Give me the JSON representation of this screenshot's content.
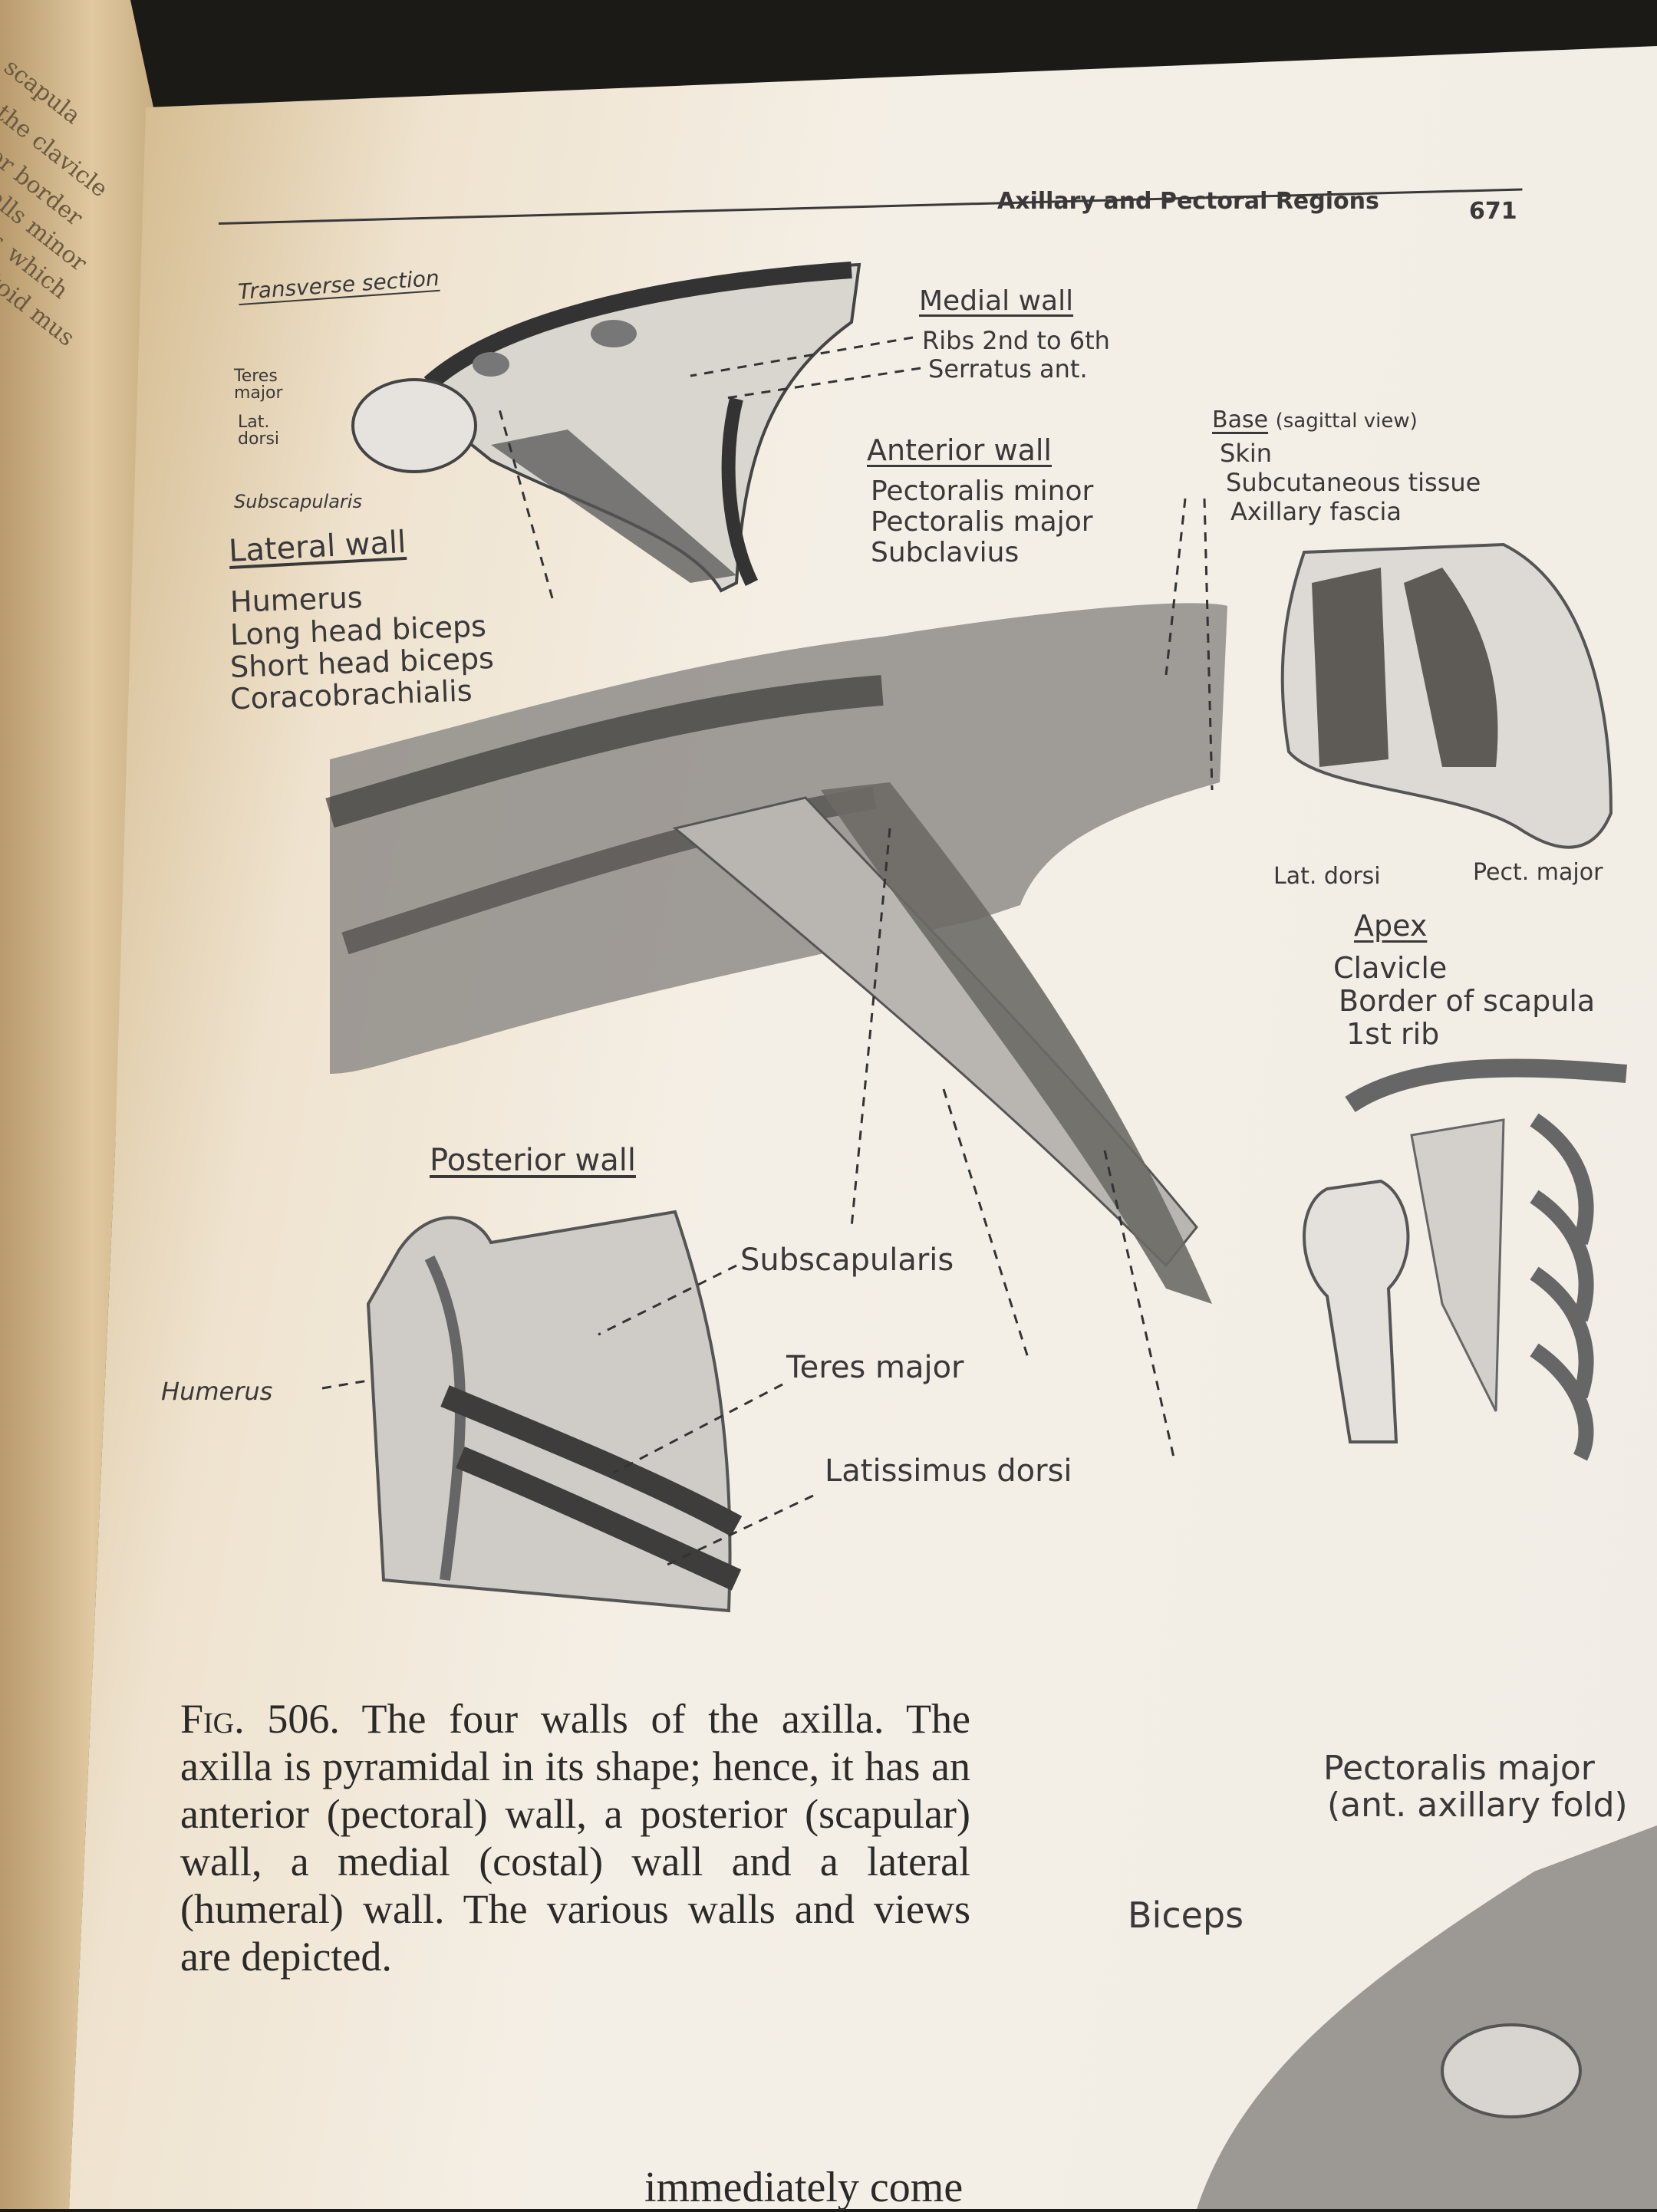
{
  "left_page_fragments": [
    "scapula",
    "the clavicle",
    "or border",
    "alls minor",
    "r, which",
    "toid mus"
  ],
  "header": {
    "title": "Axillary and Pectoral Regions",
    "page_number": "671"
  },
  "transverse": {
    "title": "Transverse section",
    "teres": "Teres major",
    "lat": "Lat. dorsi",
    "subscapularis": "Subscapularis"
  },
  "medial": {
    "title": "Medial wall",
    "items": [
      "Ribs 2nd to 6th",
      "Serratus ant."
    ]
  },
  "anterior": {
    "title": "Anterior wall",
    "items": [
      "Pectoralis minor",
      "Pectoralis major",
      "Subclavius"
    ]
  },
  "base": {
    "title": "Base",
    "note": "(sagittal view)",
    "items": [
      "Skin",
      "Subcutaneous tissue",
      "Axillary fascia"
    ]
  },
  "lateral": {
    "title": "Lateral wall",
    "items": [
      "Humerus",
      "Long head biceps",
      "Short head biceps",
      "Coracobrachialis"
    ]
  },
  "sagittal_labels": {
    "lat_dorsi": "Lat. dorsi",
    "pect_major": "Pect. major"
  },
  "apex": {
    "title": "Apex",
    "items": [
      "Clavicle",
      "Border of scapula",
      "1st rib"
    ]
  },
  "posterior": {
    "title": "Posterior wall",
    "humerus": "Humerus",
    "subscapularis": "Subscapularis",
    "teres": "Teres major",
    "latissimus": "Latissimus dorsi"
  },
  "caption": {
    "fig_label": "Fig. 506.",
    "text": "The four walls of the axilla. The axilla is pyramidal in its shape; hence, it has an anterior (pectoral) wall, a posterior (scapular) wall, a medial (costal) wall and a lateral (humeral) wall. The various walls and views are depicted."
  },
  "lower_labels": {
    "pect_line1": "Pectoralis major",
    "pect_line2": "(ant. axillary fold)",
    "biceps": "Biceps"
  },
  "bottom_text": "immediately come"
}
